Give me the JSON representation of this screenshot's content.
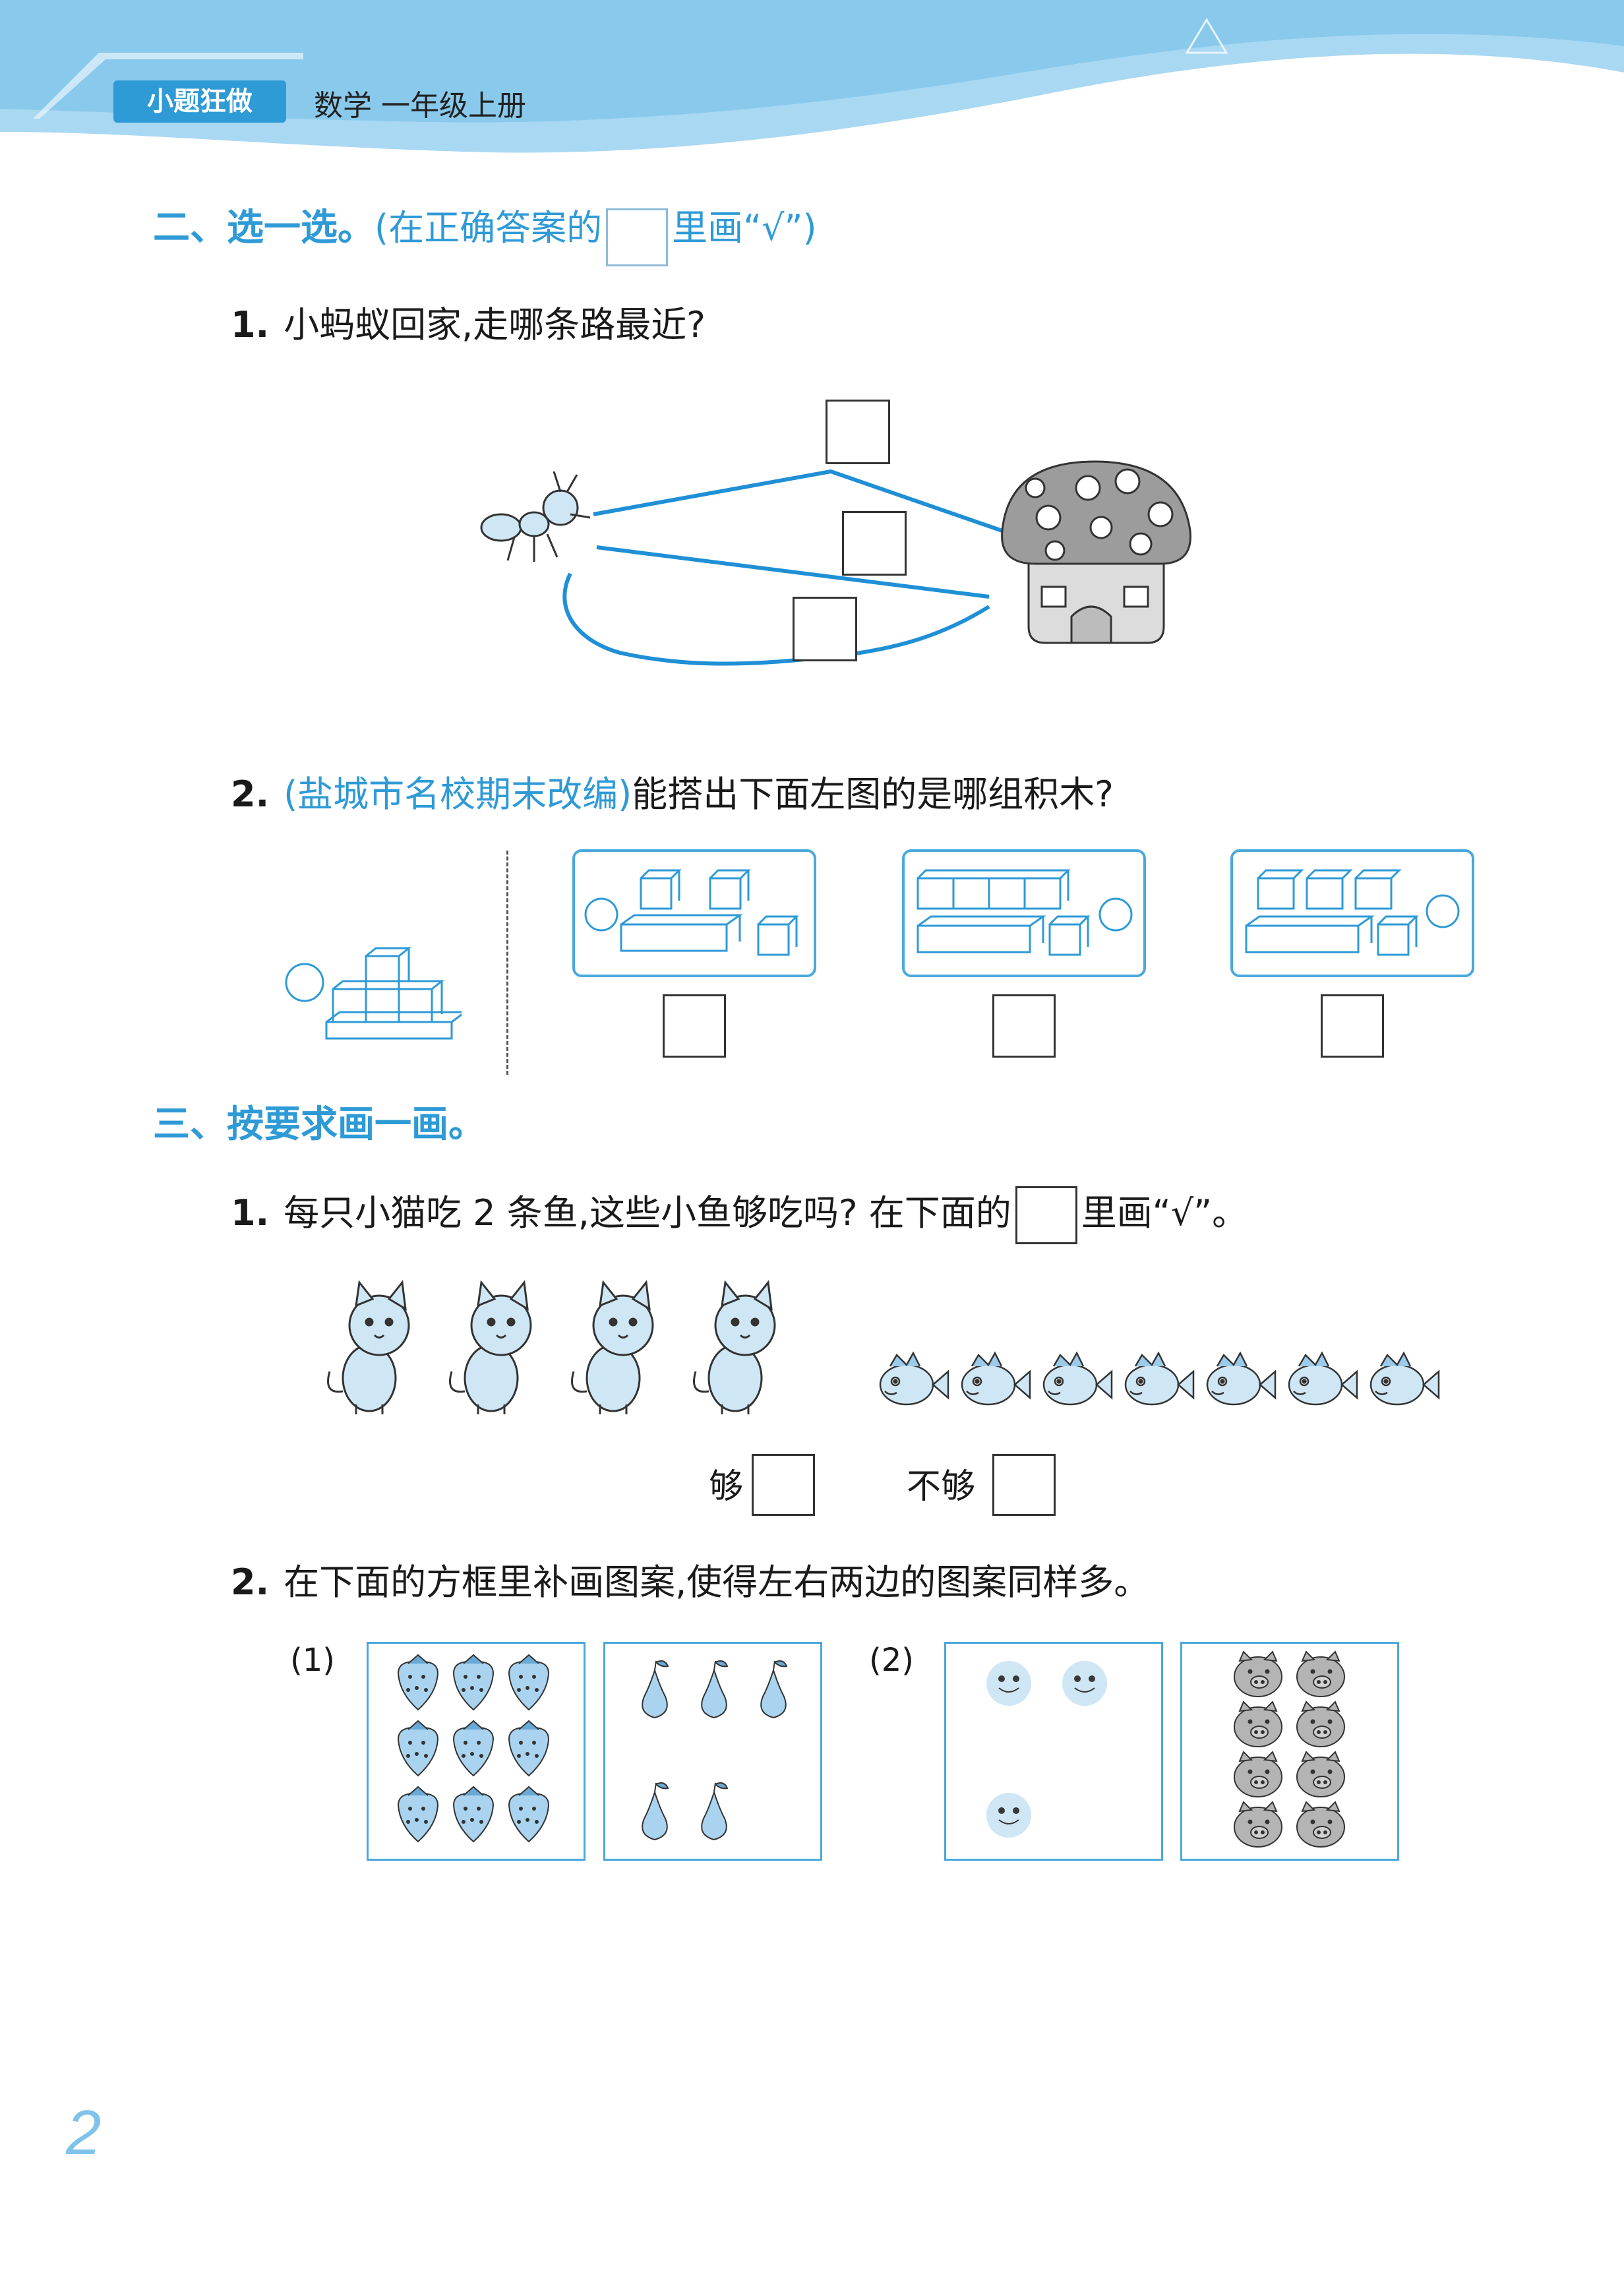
{
  "header": {
    "tag": "小题狂做",
    "title": "数学  一年级上册"
  },
  "section2": {
    "title": "二、选一选。",
    "note_pre": "(在正确答案的",
    "note_post": "里画“√”)",
    "q1": {
      "num": "1.",
      "text": "小蚂蚁回家,走哪条路最近?"
    },
    "q2": {
      "num": "2.",
      "source": "(盐城市名校期末改编)",
      "text": "能搭出下面左图的是哪组积木?"
    }
  },
  "section3": {
    "title": "三、按要求画一画。",
    "q1": {
      "num": "1.",
      "text_pre": "每只小猫吃 2 条鱼,这些小鱼够吃吗? 在下面的",
      "text_post": "里画“√”。",
      "option_enough": "够",
      "option_not_enough": "不够",
      "cats_count": 4,
      "fish_count": 7
    },
    "q2": {
      "num": "2.",
      "text": "在下面的方框里补画图案,使得左右两边的图案同样多。",
      "part1_label": "(1)",
      "part2_label": "(2)",
      "strawberries": 9,
      "pears": 5,
      "faces": 3,
      "pigs": 8
    }
  },
  "page_number": "2",
  "colors": {
    "accent": "#2e9ad6",
    "light_blue": "#bfe0f3",
    "gray": "#c8c8c8"
  }
}
